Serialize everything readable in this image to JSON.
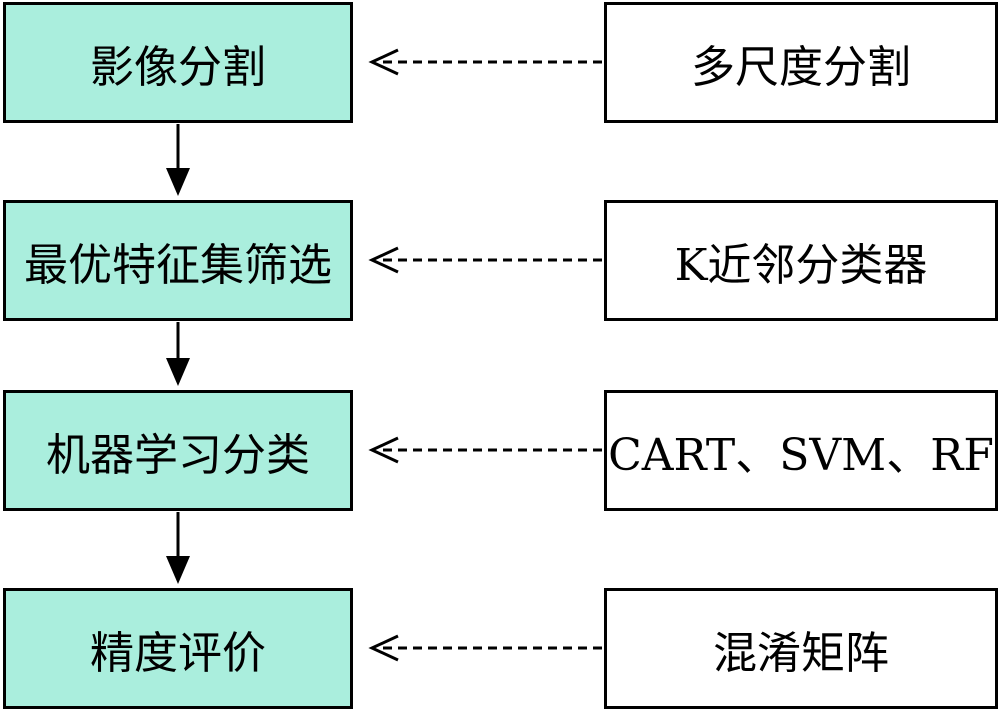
{
  "colors": {
    "step_fill": "#aaeedd",
    "method_fill": "#ffffff",
    "line": "#000000"
  },
  "steps": [
    {
      "label": "影像分割"
    },
    {
      "label": "最优特征集筛选"
    },
    {
      "label": "机器学习分类"
    },
    {
      "label": "精度评价"
    }
  ],
  "methods": [
    {
      "label": "多尺度分割"
    },
    {
      "label": "K近邻分类器"
    },
    {
      "label": "CART、SVM、RF"
    },
    {
      "label": "混淆矩阵"
    }
  ]
}
